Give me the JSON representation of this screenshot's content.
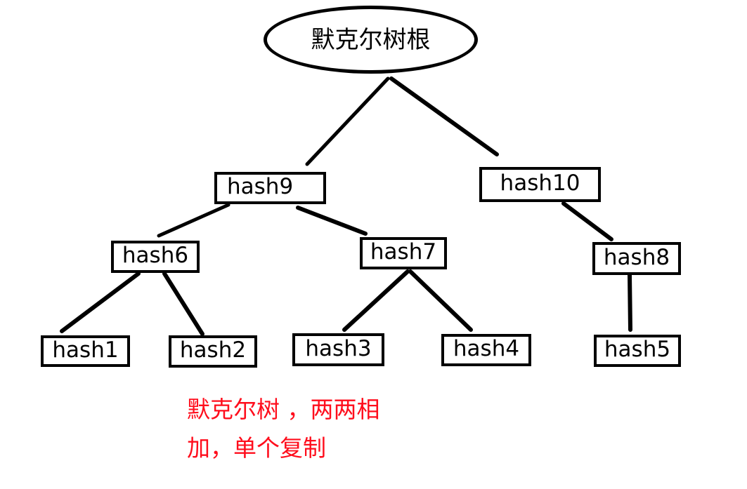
{
  "diagram": {
    "title_node": {
      "label": "默克尔树根",
      "shape": "ellipse"
    },
    "level2": [
      {
        "label": "hash9"
      },
      {
        "label": "hash10"
      }
    ],
    "level3": [
      {
        "label": "hash6"
      },
      {
        "label": "hash7"
      },
      {
        "label": "hash8"
      }
    ],
    "leaves": [
      {
        "label": "hash1"
      },
      {
        "label": "hash2"
      },
      {
        "label": "hash3"
      },
      {
        "label": "hash4"
      },
      {
        "label": "hash5"
      }
    ],
    "caption": {
      "line1": "默克尔树 ，两两相",
      "line2": "加，单个复制",
      "color": "#ff0d1c"
    },
    "colors": {
      "stroke": "#000000",
      "background": "#ffffff",
      "caption": "#ff0d1c"
    }
  }
}
